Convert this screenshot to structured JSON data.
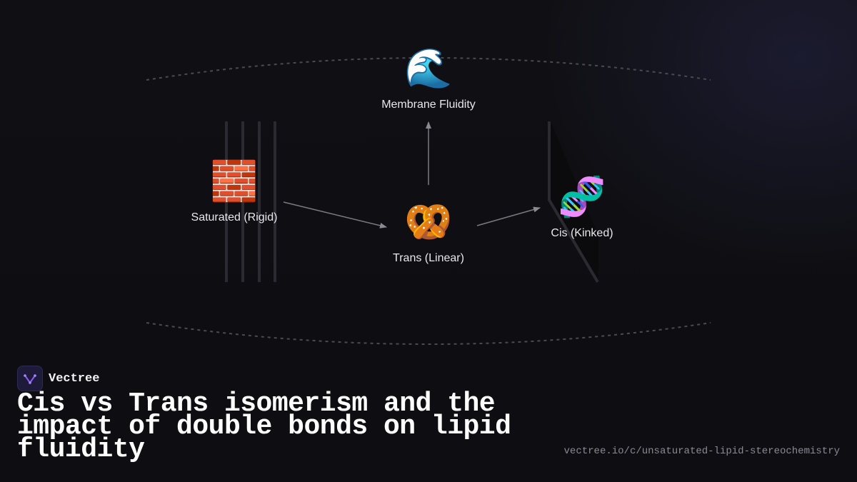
{
  "brand": {
    "name": "Vectree",
    "logo_icon": "vectree-logo-icon",
    "accent": "#8b5cf6"
  },
  "title": "Cis vs Trans isomerism and the impact of double bonds on lipid fluidity",
  "url": "vectree.io/c/unsaturated-lipid-stereochemistry",
  "diagram": {
    "nodes": [
      {
        "id": "membrane",
        "label": "Membrane Fluidity",
        "emoji": "🌊",
        "icon": "wave-icon"
      },
      {
        "id": "saturated",
        "label": "Saturated (Rigid)",
        "emoji": "🧱",
        "icon": "brick-icon"
      },
      {
        "id": "trans",
        "label": "Trans (Linear)",
        "emoji": "🥨",
        "icon": "pretzel-icon"
      },
      {
        "id": "cis",
        "label": "Cis (Kinked)",
        "emoji": "🧬",
        "icon": "dna-icon"
      }
    ],
    "edges": [
      {
        "from": "saturated",
        "to": "trans"
      },
      {
        "from": "trans",
        "to": "cis"
      },
      {
        "from": "trans",
        "to": "membrane"
      }
    ]
  }
}
